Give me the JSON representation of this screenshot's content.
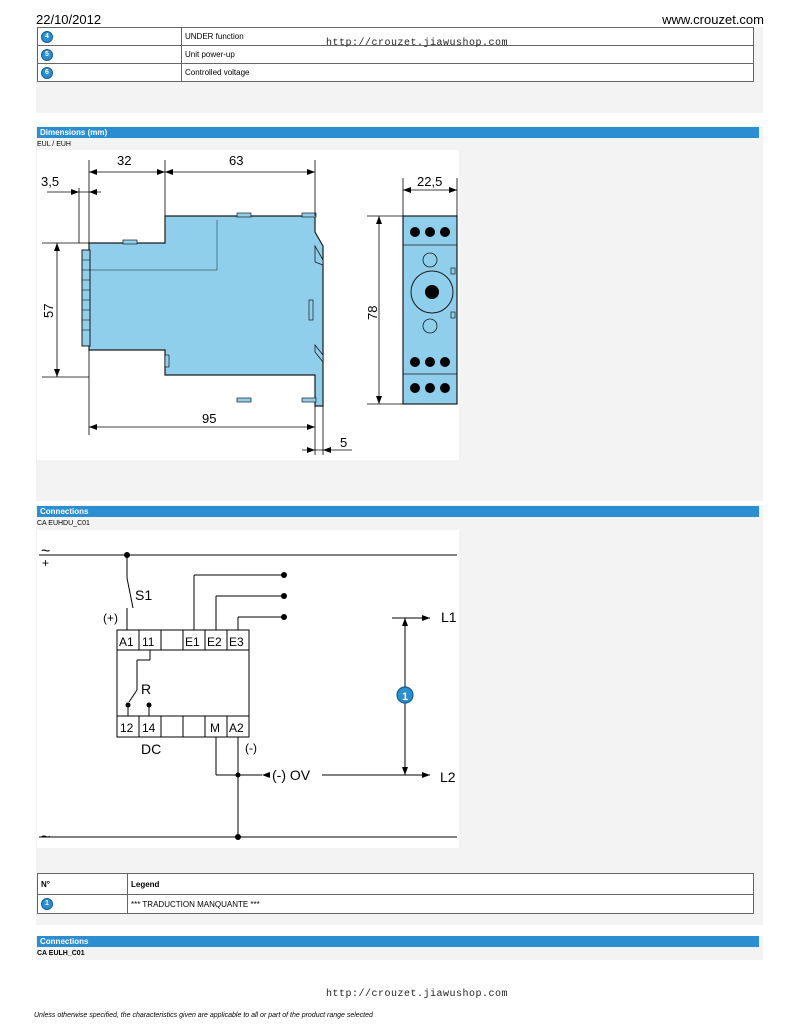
{
  "header": {
    "date": "22/10/2012",
    "site": "www.crouzet.com"
  },
  "watermark": "http://crouzet.jiawushop.com",
  "top_table": {
    "rows": [
      {
        "num": "4",
        "label": "UNDER function"
      },
      {
        "num": "5",
        "label": "Unit power-up"
      },
      {
        "num": "6",
        "label": "Controlled voltage"
      }
    ]
  },
  "dimensions": {
    "title": "Dimensions (mm)",
    "subtitle": "EUL / EUH",
    "labels": {
      "d35": "3,5",
      "d32": "32",
      "d63": "63",
      "d225": "22,5",
      "d57": "57",
      "d78": "78",
      "d95": "95",
      "d5": "5"
    }
  },
  "connections1": {
    "title": "Connections",
    "subtitle": "CA EUHDU_C01",
    "labels": {
      "ac_plus": "~",
      "plus": "+",
      "s1": "S1",
      "plus_paren": "(+)",
      "a1": "A1",
      "t11": "11",
      "e1": "E1",
      "e2": "E2",
      "e3": "E3",
      "r": "R",
      "t12": "12",
      "t14": "14",
      "m": "M",
      "a2": "A2",
      "dc": "DC",
      "minus_paren": "(-)",
      "ov": "(-) OV",
      "l1": "L1",
      "l2": "L2",
      "marker": "1",
      "ac_minus": "~"
    }
  },
  "legend": {
    "col_num": "N°",
    "col_legend": "Legend",
    "rows": [
      {
        "num": "1",
        "text": "*** TRADUCTION MANQUANTE ***"
      }
    ]
  },
  "connections2": {
    "title": "Connections",
    "subtitle": "CA EULH_C01"
  },
  "footer": "Unless otherwise specified, the characteristics given are applicable to all or part of the product range selected",
  "colors": {
    "band": "#2b8ed0",
    "device": "#8fcfec"
  }
}
